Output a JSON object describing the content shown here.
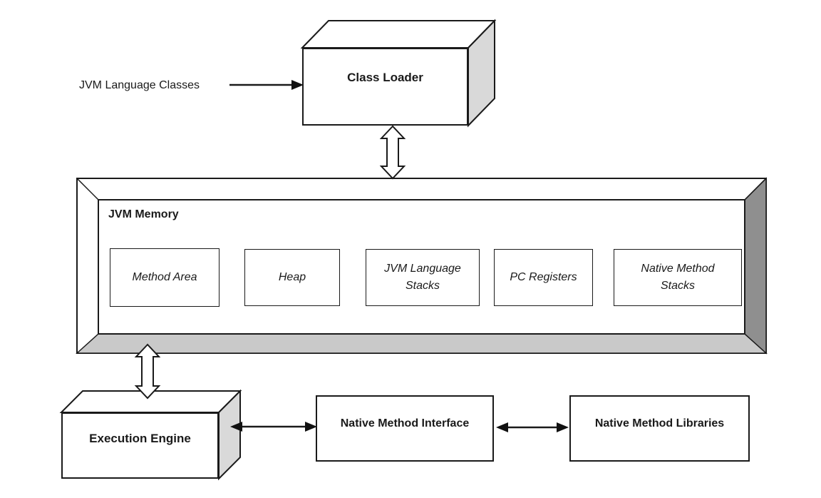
{
  "diagram": {
    "input_label": "JVM Language Classes",
    "class_loader_label": "Class Loader",
    "jvm_memory_title": "JVM Memory",
    "memory_components": [
      {
        "label": "Method Area"
      },
      {
        "label": "Heap"
      },
      {
        "label": "JVM Language Stacks"
      },
      {
        "label": "PC Registers"
      },
      {
        "label": "Native Method Stacks"
      }
    ],
    "execution_engine_label": "Execution Engine",
    "native_method_interface_label": "Native Method Interface",
    "native_method_libraries_label": "Native Method Libraries",
    "colors": {
      "background": "#ffffff",
      "line": "#1a1a1a",
      "side_face": "#d9d9d9",
      "frame_right": "#8f8f8f",
      "frame_bottom": "#c9c9c9"
    }
  }
}
